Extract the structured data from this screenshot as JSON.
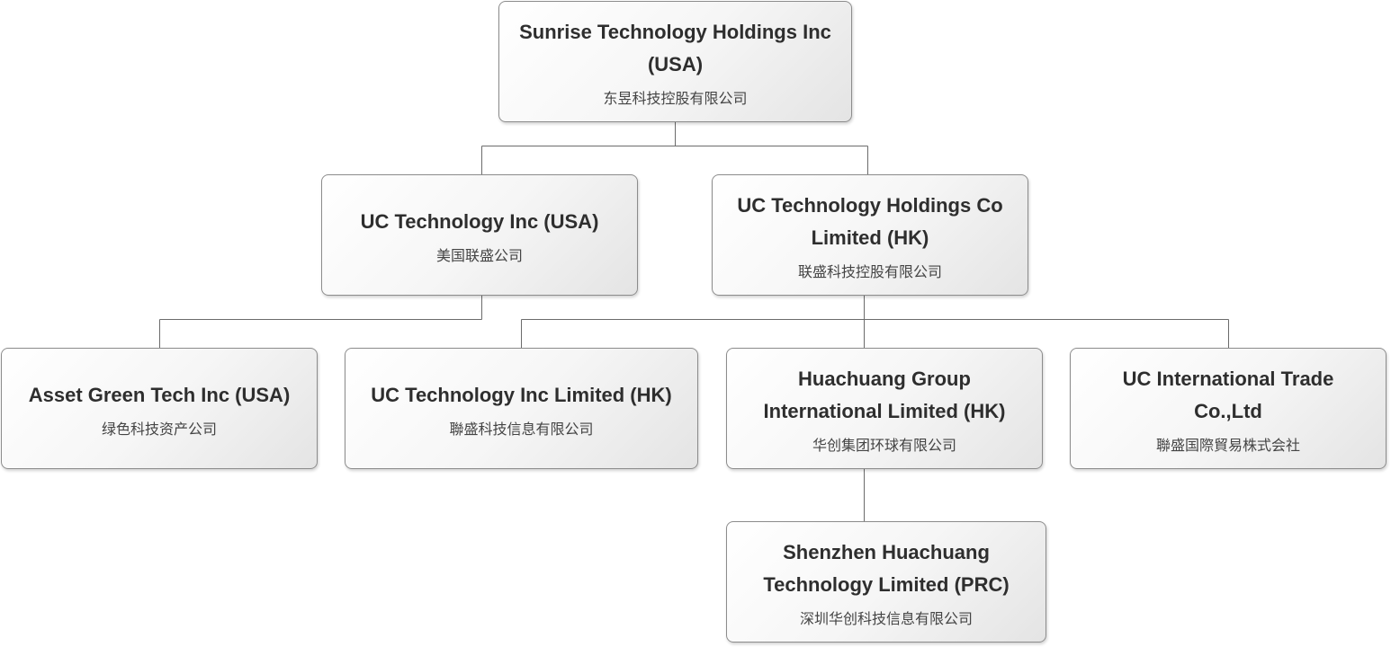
{
  "diagram": {
    "nodes": {
      "sunrise": {
        "name": "Sunrise Technology Holdings Inc (USA)",
        "cn": "东昱科技控股有限公司"
      },
      "uc_usa": {
        "name": "UC Technology Inc (USA)",
        "cn": "美国联盛公司"
      },
      "uc_hk": {
        "name": "UC Technology Holdings Co Limited (HK)",
        "cn": "联盛科技控股有限公司"
      },
      "asset": {
        "name": "Asset Green Tech Inc (USA)",
        "cn": "绿色科技资产公司"
      },
      "uc_inc_hk": {
        "name": "UC Technology Inc Limited (HK)",
        "cn": "聯盛科技信息有限公司"
      },
      "huachuang": {
        "name": "Huachuang Group International Limited (HK)",
        "cn": "华创集团环球有限公司"
      },
      "uc_intl": {
        "name": "UC International Trade Co.,Ltd",
        "cn": "聯盛国際貿易株式会社"
      },
      "shenzhen": {
        "name": "Shenzhen Huachuang Technology Limited (PRC)",
        "cn": "深圳华创科技信息有限公司"
      }
    },
    "edges": [
      {
        "from": "sunrise",
        "to": "uc_usa"
      },
      {
        "from": "sunrise",
        "to": "uc_hk"
      },
      {
        "from": "uc_usa",
        "to": "asset"
      },
      {
        "from": "uc_hk",
        "to": "uc_inc_hk"
      },
      {
        "from": "uc_hk",
        "to": "huachuang"
      },
      {
        "from": "uc_hk",
        "to": "uc_intl"
      },
      {
        "from": "huachuang",
        "to": "shenzhen"
      }
    ],
    "colors": {
      "connector": "#6b6b6b",
      "border": "#8c8c8c",
      "text": "#2e2e2e"
    }
  }
}
